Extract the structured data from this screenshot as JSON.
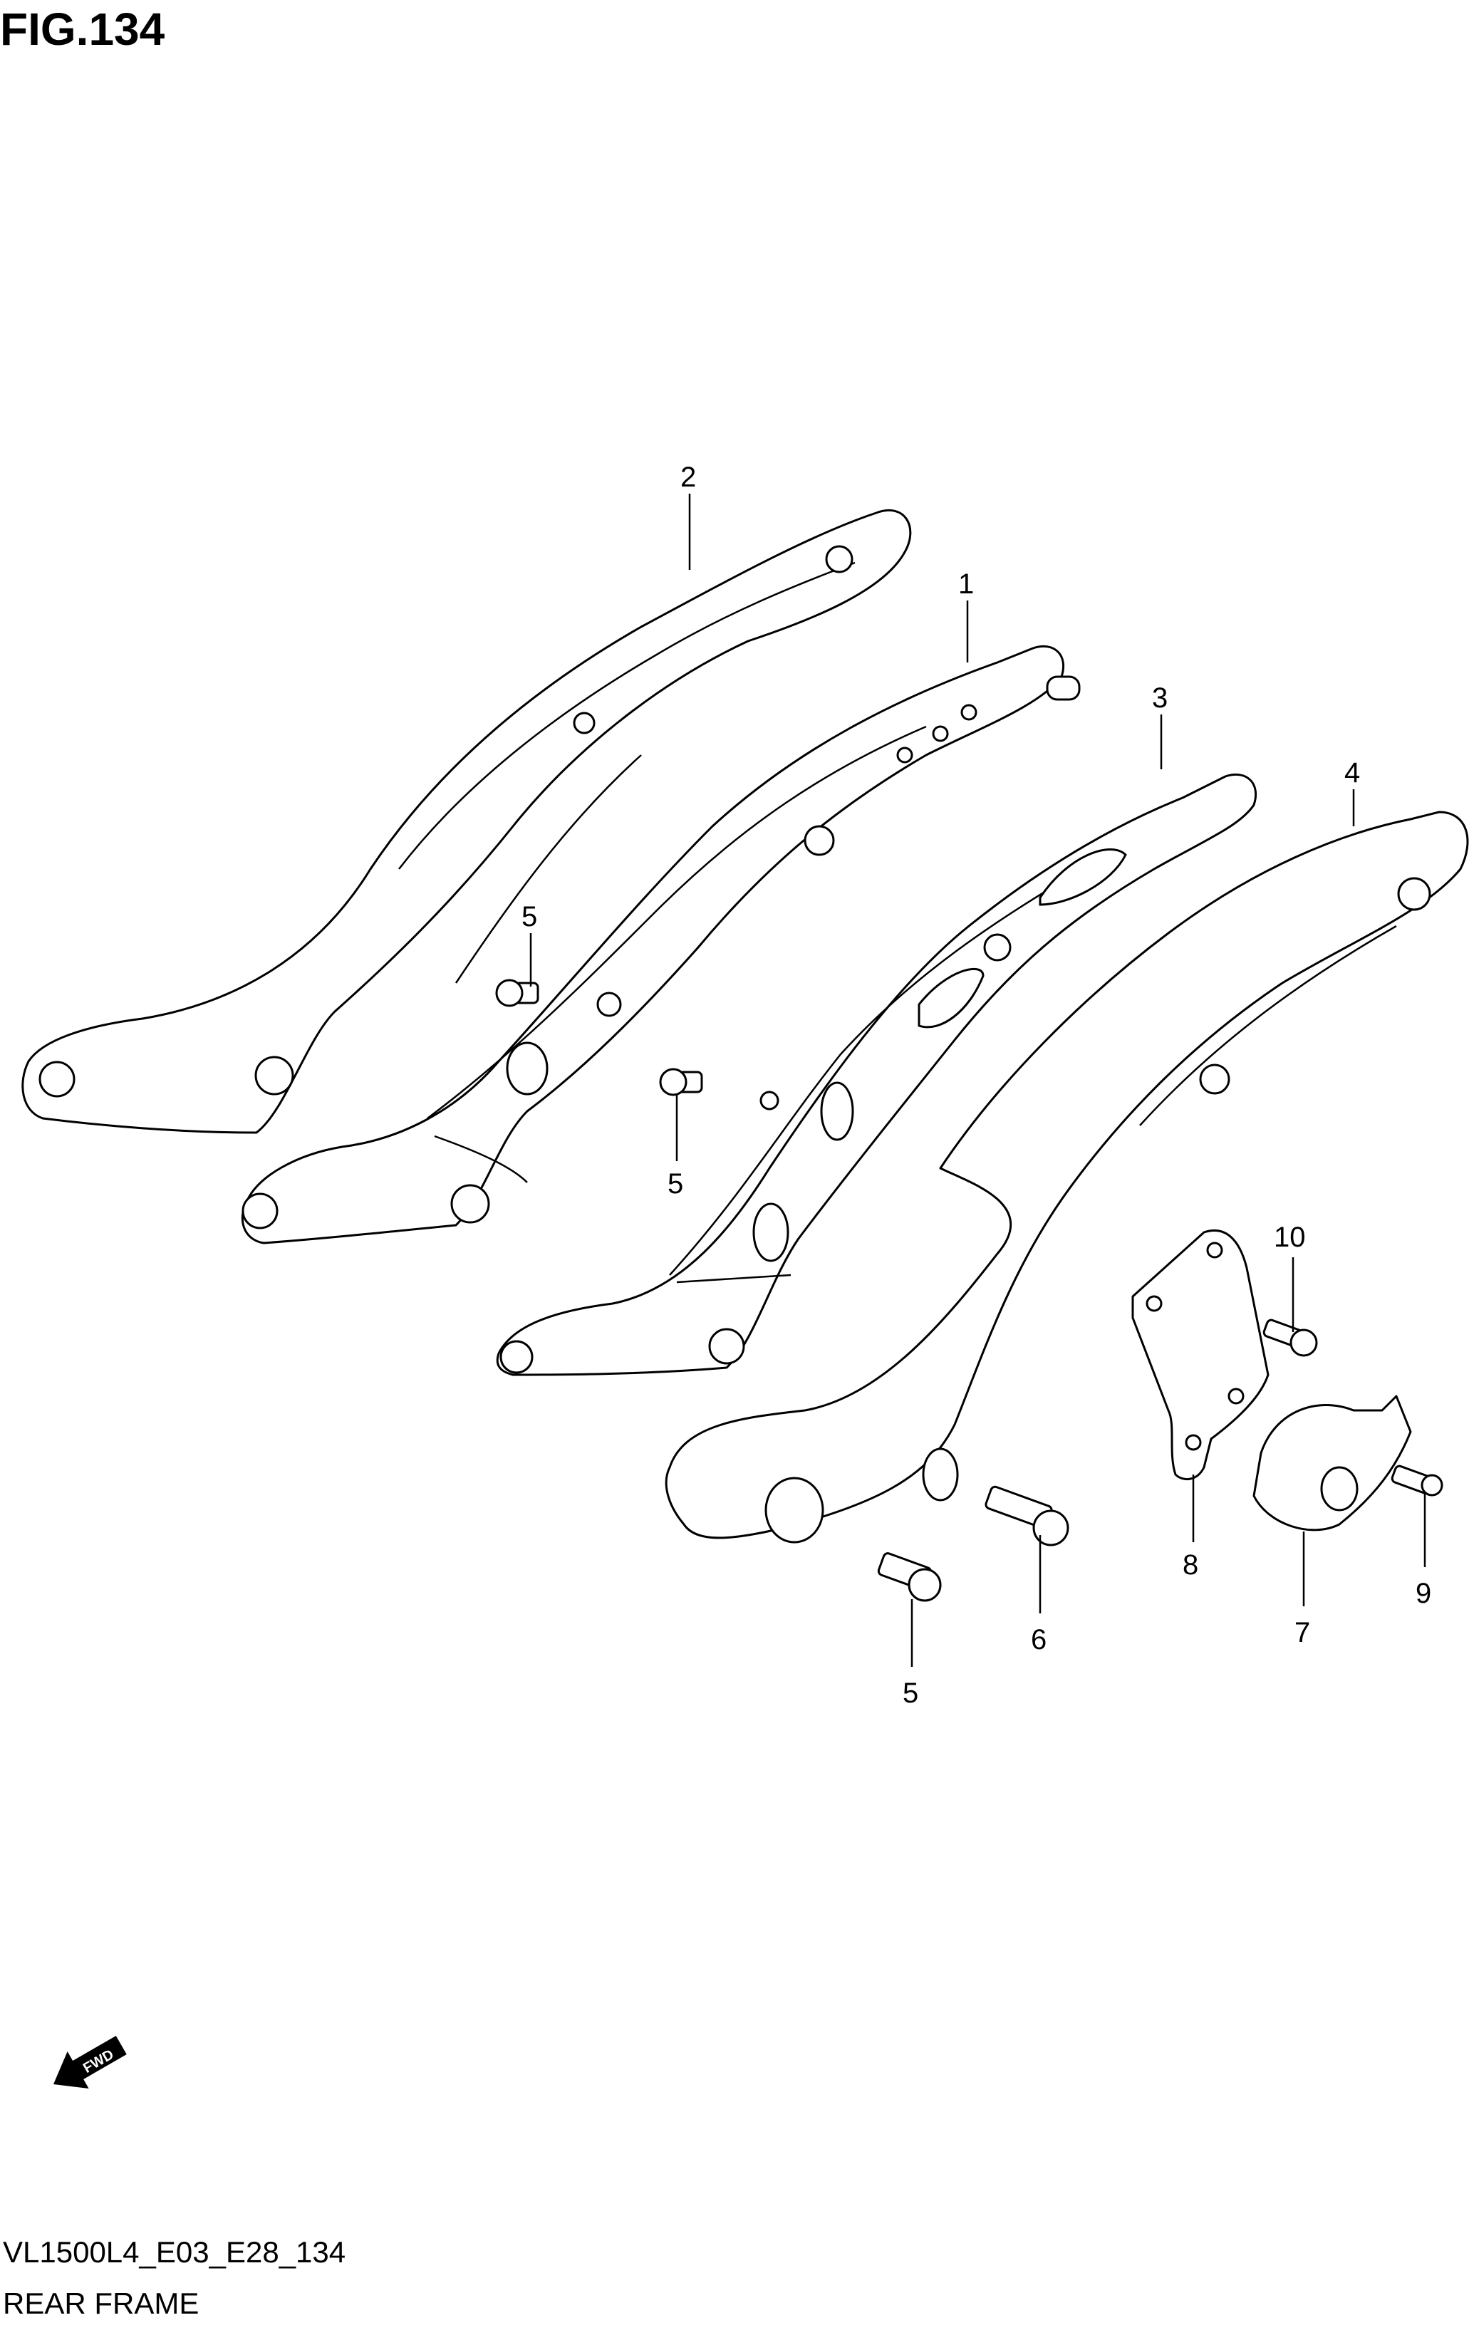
{
  "figure": {
    "title": "FIG.134"
  },
  "footer": {
    "code": "VL1500L4_E03_E28_134",
    "name": "REAR FRAME"
  },
  "fwd_badge": {
    "label": "FWD",
    "icon": "fwd-arrow-icon"
  },
  "callouts": [
    {
      "id": "c2",
      "label": "2"
    },
    {
      "id": "c1",
      "label": "1"
    },
    {
      "id": "c3",
      "label": "3"
    },
    {
      "id": "c4",
      "label": "4"
    },
    {
      "id": "c5a",
      "label": "5"
    },
    {
      "id": "c5b",
      "label": "5"
    },
    {
      "id": "c10",
      "label": "10"
    },
    {
      "id": "c8",
      "label": "8"
    },
    {
      "id": "c7",
      "label": "7"
    },
    {
      "id": "c9",
      "label": "9"
    },
    {
      "id": "c6",
      "label": "6"
    },
    {
      "id": "c5c",
      "label": "5"
    }
  ]
}
